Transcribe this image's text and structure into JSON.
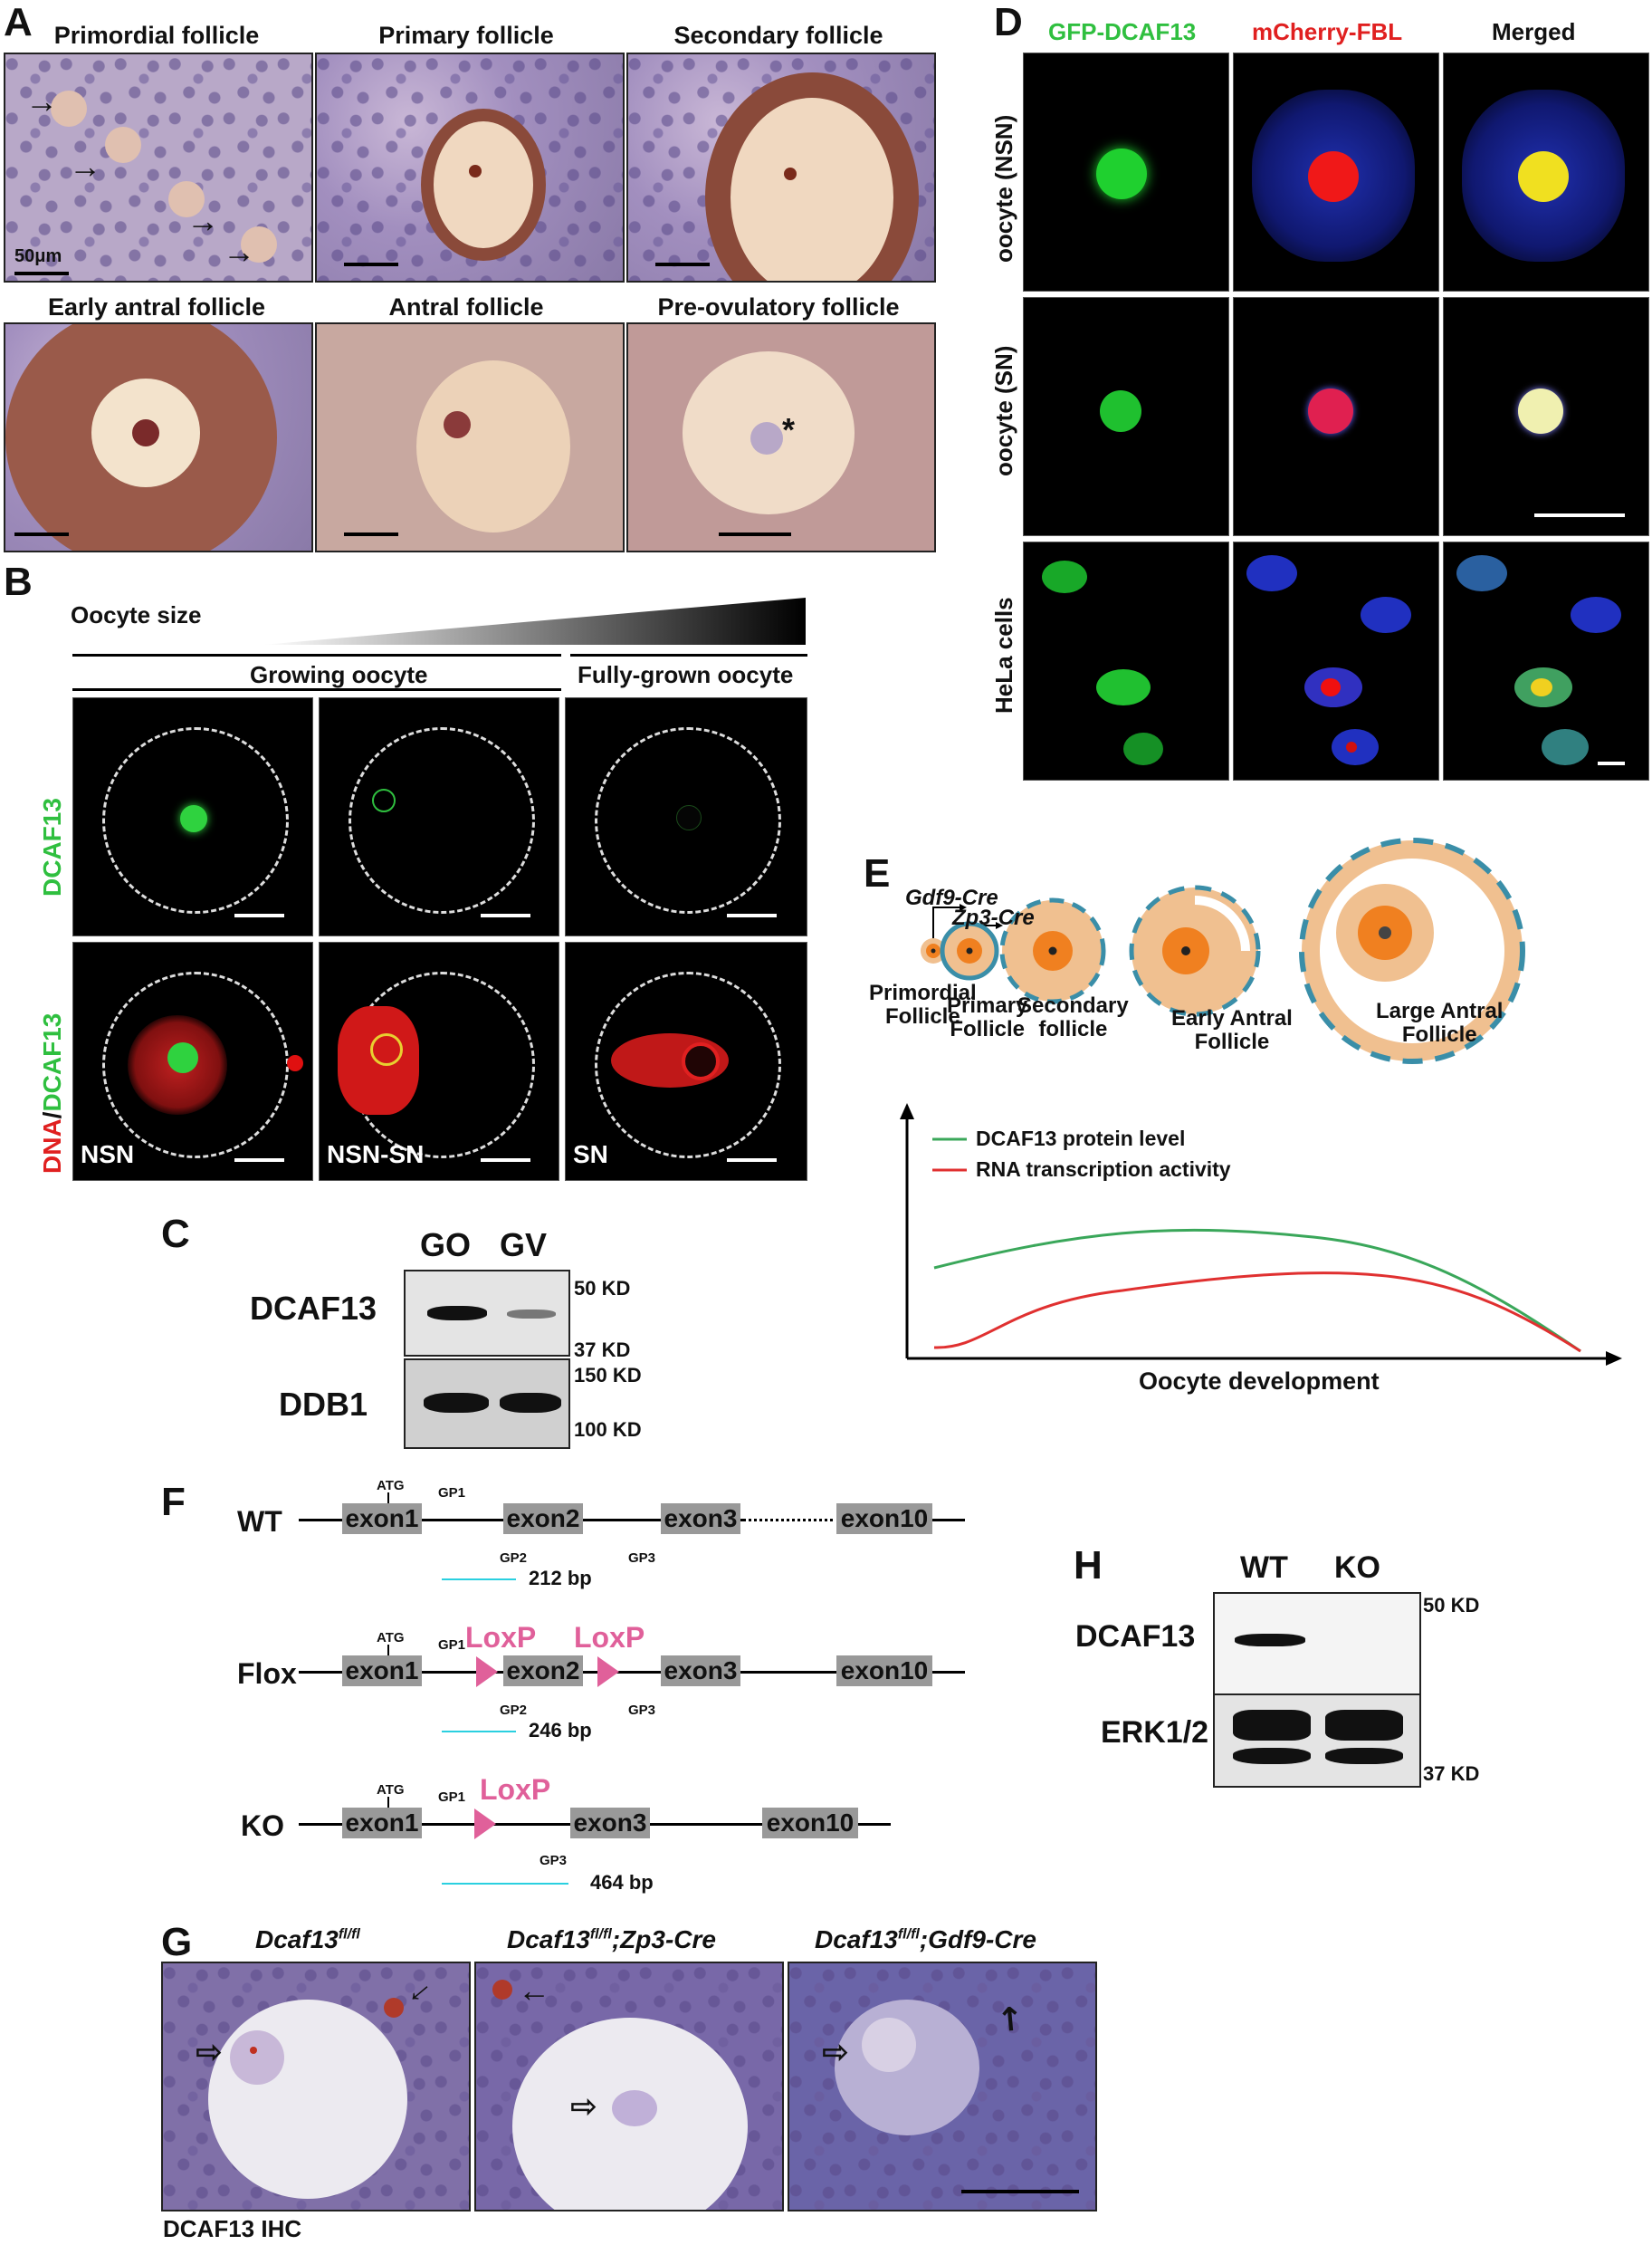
{
  "panels": {
    "A": {
      "label": "A",
      "titles": [
        "Primordial follicle",
        "Primary follicle",
        "Secondary follicle",
        "Early antral follicle",
        "Antral follicle",
        "Pre-ovulatory follicle"
      ],
      "scale": "50μm",
      "asterisk": "*"
    },
    "B": {
      "label": "B",
      "size_label": "Oocyte size",
      "group_growing": "Growing oocyte",
      "group_full": "Fully-grown oocyte",
      "row1_label": "DCAF13",
      "row2_label_dna": "DNA",
      "row2_label_sep": "/",
      "row2_label_dcaf": "DCAF13",
      "stages": [
        "NSN",
        "NSN-SN",
        "SN"
      ]
    },
    "C": {
      "label": "C",
      "lanes": [
        "GO",
        "GV"
      ],
      "rows": [
        "DCAF13",
        "DDB1"
      ],
      "markers": [
        "50 KD",
        "37 KD",
        "150 KD",
        "100 KD"
      ]
    },
    "D": {
      "label": "D",
      "columns": [
        "GFP-DCAF13",
        "mCherry-FBL",
        "Merged"
      ],
      "rows": [
        "oocyte (NSN)",
        "oocyte (SN)",
        "HeLa cells"
      ]
    },
    "E": {
      "label": "E",
      "cre": [
        "Gdf9-Cre",
        "Zp3-Cre"
      ],
      "stages": [
        "Primordial\nFollicle",
        "Primary\nFollicle",
        "Secondary\nfollicle",
        "Early Antral\nFollicle",
        "Large Antral\nFollicle"
      ],
      "legend": [
        "DCAF13 protein level",
        "RNA transcription activity"
      ],
      "xlabel": "Oocyte development",
      "colors": {
        "protein": "#3aa75a",
        "rna": "#e03030",
        "follicle": "#f0c090",
        "oocyte": "#f08020",
        "theca": "#3a8ea8"
      }
    },
    "F": {
      "label": "F",
      "rows": [
        "WT",
        "Flox",
        "KO"
      ],
      "exons": [
        "exon1",
        "exon2",
        "exon3",
        "exon10"
      ],
      "atg": "ATG",
      "primers": [
        "GP1",
        "GP2",
        "GP3"
      ],
      "loxp": "LoxP",
      "products": [
        "212 bp",
        "246 bp",
        "464 bp"
      ]
    },
    "G": {
      "label": "G",
      "titles_base": [
        "Dcaf13",
        "Dcaf13",
        "Dcaf13"
      ],
      "titles_sup": [
        "fl/fl",
        "fl/fl",
        "fl/fl"
      ],
      "titles_suffix": [
        "",
        ";Zp3-Cre",
        ";Gdf9-Cre"
      ],
      "caption": "DCAF13 IHC"
    },
    "H": {
      "label": "H",
      "lanes": [
        "WT",
        "KO"
      ],
      "rows": [
        "DCAF13",
        "ERK1/2"
      ],
      "markers": [
        "50 KD",
        "37 KD"
      ]
    }
  }
}
